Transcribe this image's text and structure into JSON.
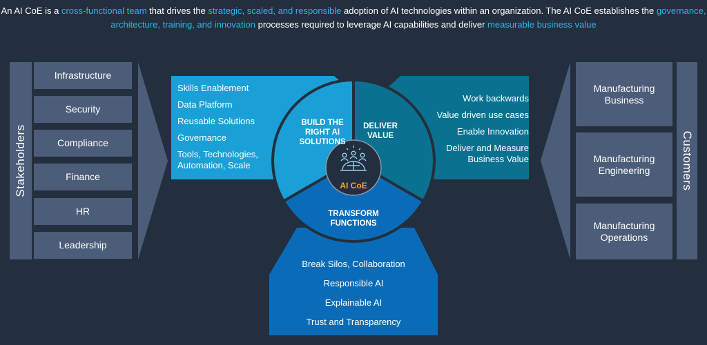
{
  "intro": {
    "p1": "An AI CoE is a ",
    "h1": "cross-functional team",
    "p2": " that drives the ",
    "h2": "strategic, scaled, and responsible",
    "p3": " adoption of AI technologies within an organization. The AI CoE establishes the ",
    "h3": "governance, architecture, training, and innovation",
    "p4": " processes required to leverage AI capabilities and deliver ",
    "h4": "measurable business value"
  },
  "stakeholders": {
    "label": "Stakeholders",
    "items": [
      "Infrastructure",
      "Security",
      "Compliance",
      "Finance",
      "HR",
      "Leadership"
    ]
  },
  "customers": {
    "label": "Customers",
    "items": [
      "Manufacturing Business",
      "Manufacturing Engineering",
      "Manufacturing Operations"
    ]
  },
  "build": {
    "title": "BUILD  THE RIGHT AI SOLUTIONS",
    "items": [
      "Skills Enablement",
      "Data Platform",
      "Reusable Solutions",
      "Governance",
      "Tools, Technologies, Automation, Scale"
    ]
  },
  "deliver": {
    "title": "DELIVER VALUE",
    "items": [
      "Work backwards",
      "Value driven use cases",
      "Enable Innovation",
      "Deliver and Measure Business Value"
    ]
  },
  "transform": {
    "title": "TRANSFORM FUNCTIONS",
    "items": [
      "Break Silos, Collaboration",
      "Responsible AI",
      "Explainable AI",
      "Trust and Transparency"
    ]
  },
  "center": {
    "label": "AI CoE",
    "icon": "people-globe-icon"
  },
  "colors": {
    "background": "#232f3e",
    "box": "#4b5d78",
    "build": "#1aa0d6",
    "deliver": "#0b7191",
    "transform": "#0a6cb9",
    "accent": "#2fb4e9",
    "coe": "#f7a33b"
  }
}
